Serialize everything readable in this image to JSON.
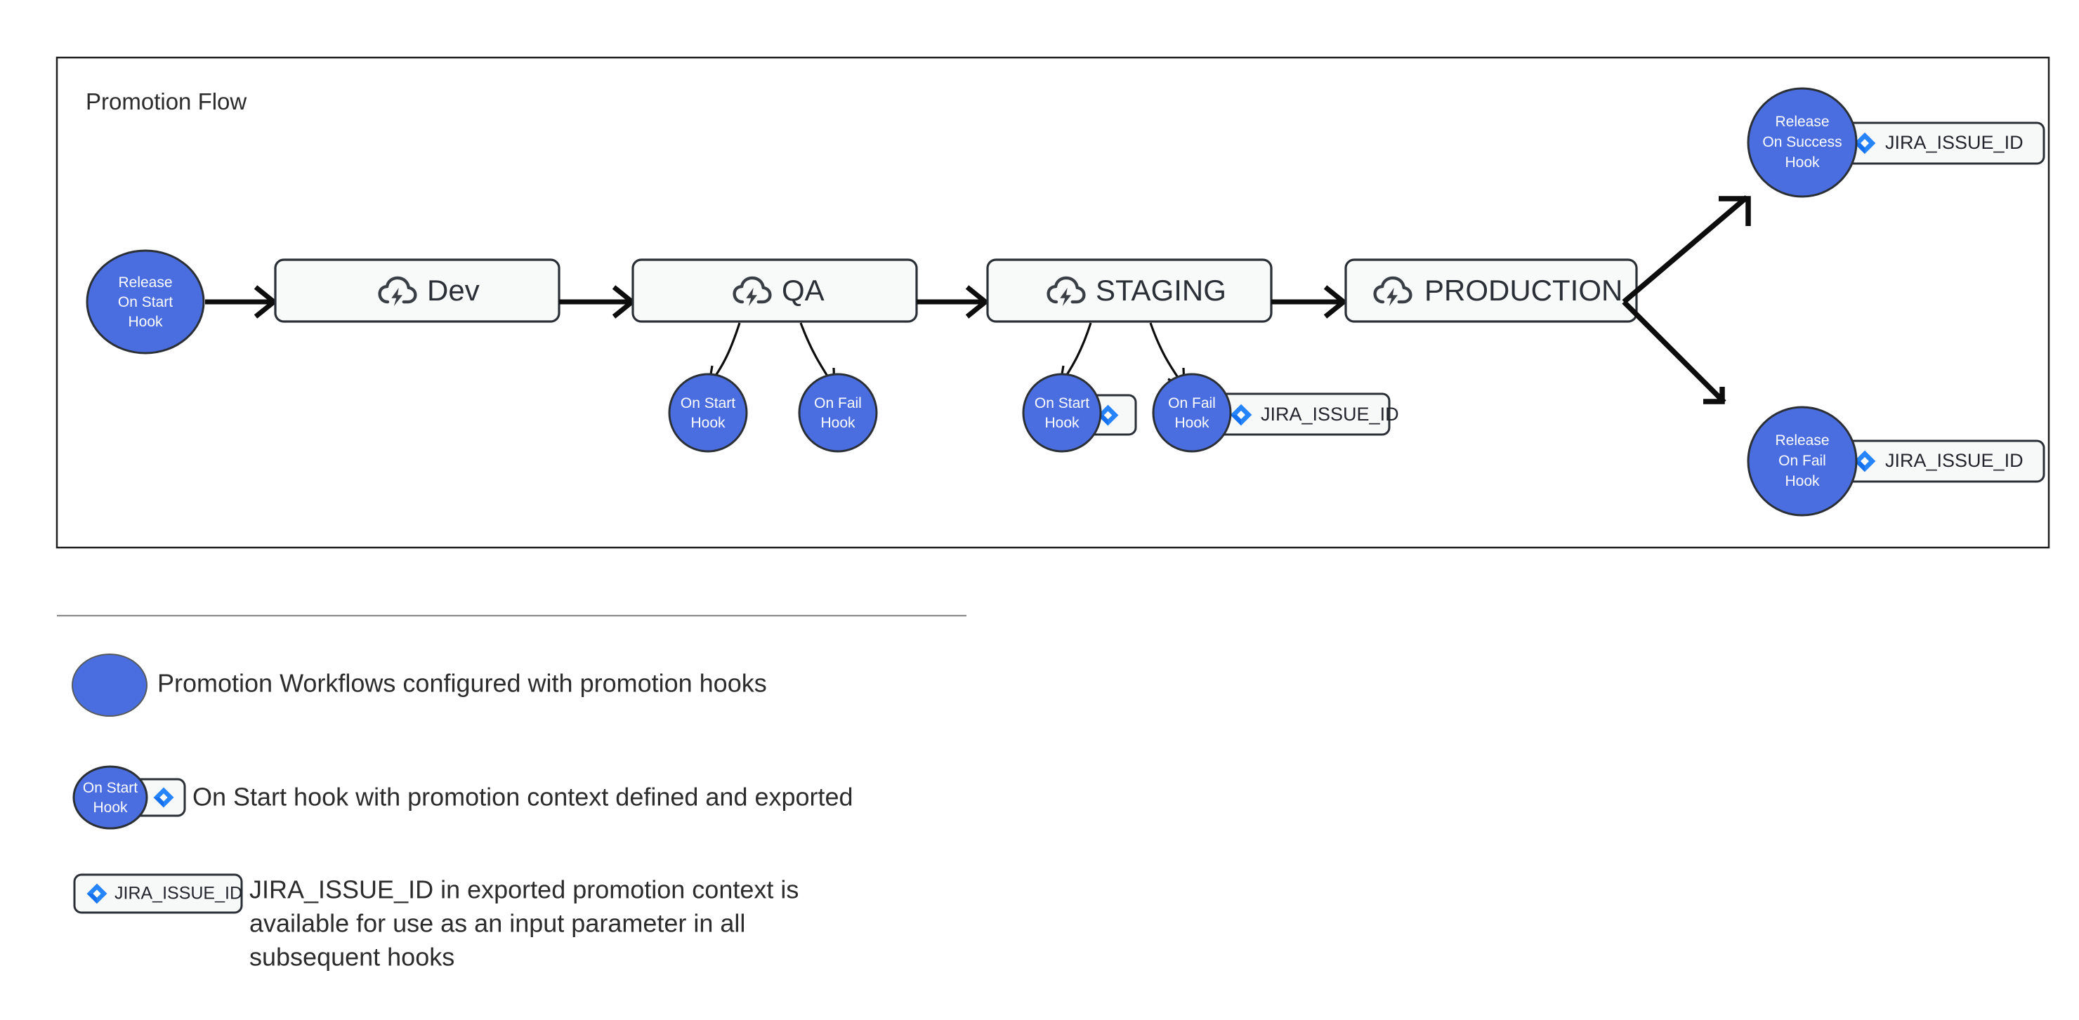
{
  "panel": {
    "title": "Promotion Flow"
  },
  "flow": {
    "release_start_hook": {
      "lines": [
        "Release",
        "On Start",
        "Hook"
      ],
      "name": "release-on-start-hook"
    },
    "stages": [
      {
        "label": "Dev",
        "icon": "cloud-lightning-icon"
      },
      {
        "label": "QA",
        "icon": "cloud-lightning-icon"
      },
      {
        "label": "STAGING",
        "icon": "cloud-lightning-icon"
      },
      {
        "label": "PRODUCTION",
        "icon": "cloud-lightning-icon"
      }
    ],
    "qa_hooks": [
      {
        "lines": [
          "On Start",
          "Hook"
        ],
        "badge": null
      },
      {
        "lines": [
          "On Fail",
          "Hook"
        ],
        "badge": null
      }
    ],
    "staging_hooks": [
      {
        "lines": [
          "On Start",
          "Hook"
        ],
        "badge": {
          "icon": "jira-icon",
          "label": ""
        }
      },
      {
        "lines": [
          "On Fail",
          "Hook"
        ],
        "badge": {
          "icon": "jira-icon",
          "label": "JIRA_ISSUE_ID"
        }
      }
    ],
    "release_success_hook": {
      "lines": [
        "Release",
        "On Success",
        "Hook"
      ],
      "badge": {
        "icon": "jira-icon",
        "label": "JIRA_ISSUE_ID"
      }
    },
    "release_fail_hook": {
      "lines": [
        "Release",
        "On Fail",
        "Hook"
      ],
      "badge": {
        "icon": "jira-icon",
        "label": "JIRA_ISSUE_ID"
      }
    }
  },
  "legend": {
    "rows": [
      {
        "key_type": "circle",
        "text": "Promotion Workflows configured with promotion hooks"
      },
      {
        "key_type": "circle-badge",
        "circle_lines": [
          "On Start",
          "Hook"
        ],
        "badge_label": "",
        "text": "On Start hook with promotion context defined and exported"
      },
      {
        "key_type": "badge",
        "badge_label": "JIRA_ISSUE_ID",
        "text_lines": [
          "JIRA_ISSUE_ID in exported promotion context is",
          "available for use as an input parameter in all",
          "subsequent hooks"
        ]
      }
    ]
  },
  "colors": {
    "hook_blue": "#4a6ee0",
    "jira_blue": "#2684ff",
    "jira_blue_dark": "#0052cc",
    "stage_fill": "#f8faf9",
    "stroke_dark": "#2b2f36"
  }
}
